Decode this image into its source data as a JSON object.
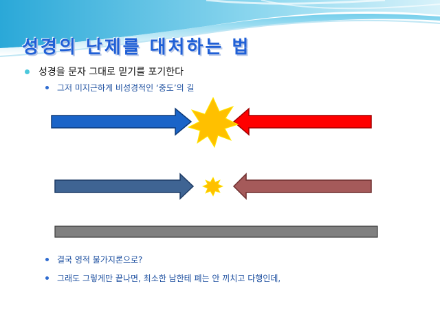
{
  "slide": {
    "title": "성경의 난제를 대처하는 법",
    "bullets": [
      "성경을 문자 그대로 믿기를 포기한다",
      "그저 미지근하게 비성경적인 ‘중도’의 길",
      "결국 영적 불가지론으로?",
      "그래도 그렇게만 끝나면, 최소한 남한테 폐는 안 끼치고 다행인데,"
    ]
  },
  "colors": {
    "title": "#1f5fd6",
    "arrow_blue": "#1a64c8",
    "arrow_red": "#ff0000",
    "arrow_slate": "#3f6493",
    "arrow_rose": "#a55a5a",
    "explosion": "#ffc000",
    "bar": "#808080"
  }
}
